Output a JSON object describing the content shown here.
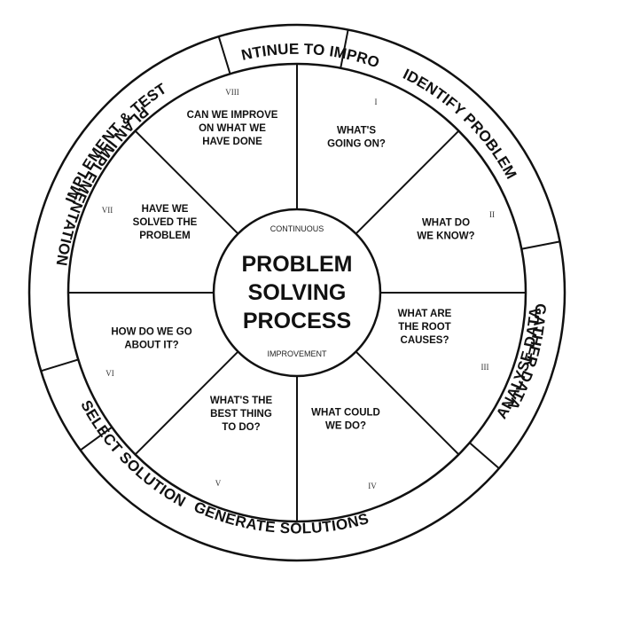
{
  "center": {
    "top_label": "CONTINUOUS",
    "title_lines": [
      "PROBLEM",
      "SOLVING",
      "PROCESS"
    ],
    "bottom_label": "IMPROVEMENT"
  },
  "stages": [
    {
      "numeral": "I",
      "ring_label": "IDENTIFY PROBLEM",
      "question": [
        "WHAT'S",
        "GOING ON?"
      ]
    },
    {
      "numeral": "II",
      "ring_label": "GATHER DATA",
      "question": [
        "WHAT DO",
        "WE KNOW?"
      ]
    },
    {
      "numeral": "III",
      "ring_label": "ANALYSE DATA",
      "question": [
        "WHAT ARE",
        "THE ROOT",
        "CAUSES?"
      ]
    },
    {
      "numeral": "IV",
      "ring_label": "GENERATE SOLUTIONS",
      "question": [
        "WHAT COULD",
        "WE DO?"
      ]
    },
    {
      "numeral": "V",
      "ring_label": "SELECT SOLUTION",
      "question": [
        "WHAT'S THE",
        "BEST THING",
        "TO DO?"
      ]
    },
    {
      "numeral": "VI",
      "ring_label": "PLAN IMPLEMENTATION",
      "question": [
        "HOW DO WE GO",
        "ABOUT IT?"
      ]
    },
    {
      "numeral": "VII",
      "ring_label": "IMPLEMENT & TEST",
      "question": [
        "HAVE WE",
        "SOLVED THE",
        "PROBLEM"
      ]
    },
    {
      "numeral": "VIII",
      "ring_label": "CONTINUE TO IMPROVE",
      "question": [
        "CAN WE IMPROVE",
        "ON WHAT WE",
        "HAVE DONE"
      ]
    }
  ]
}
